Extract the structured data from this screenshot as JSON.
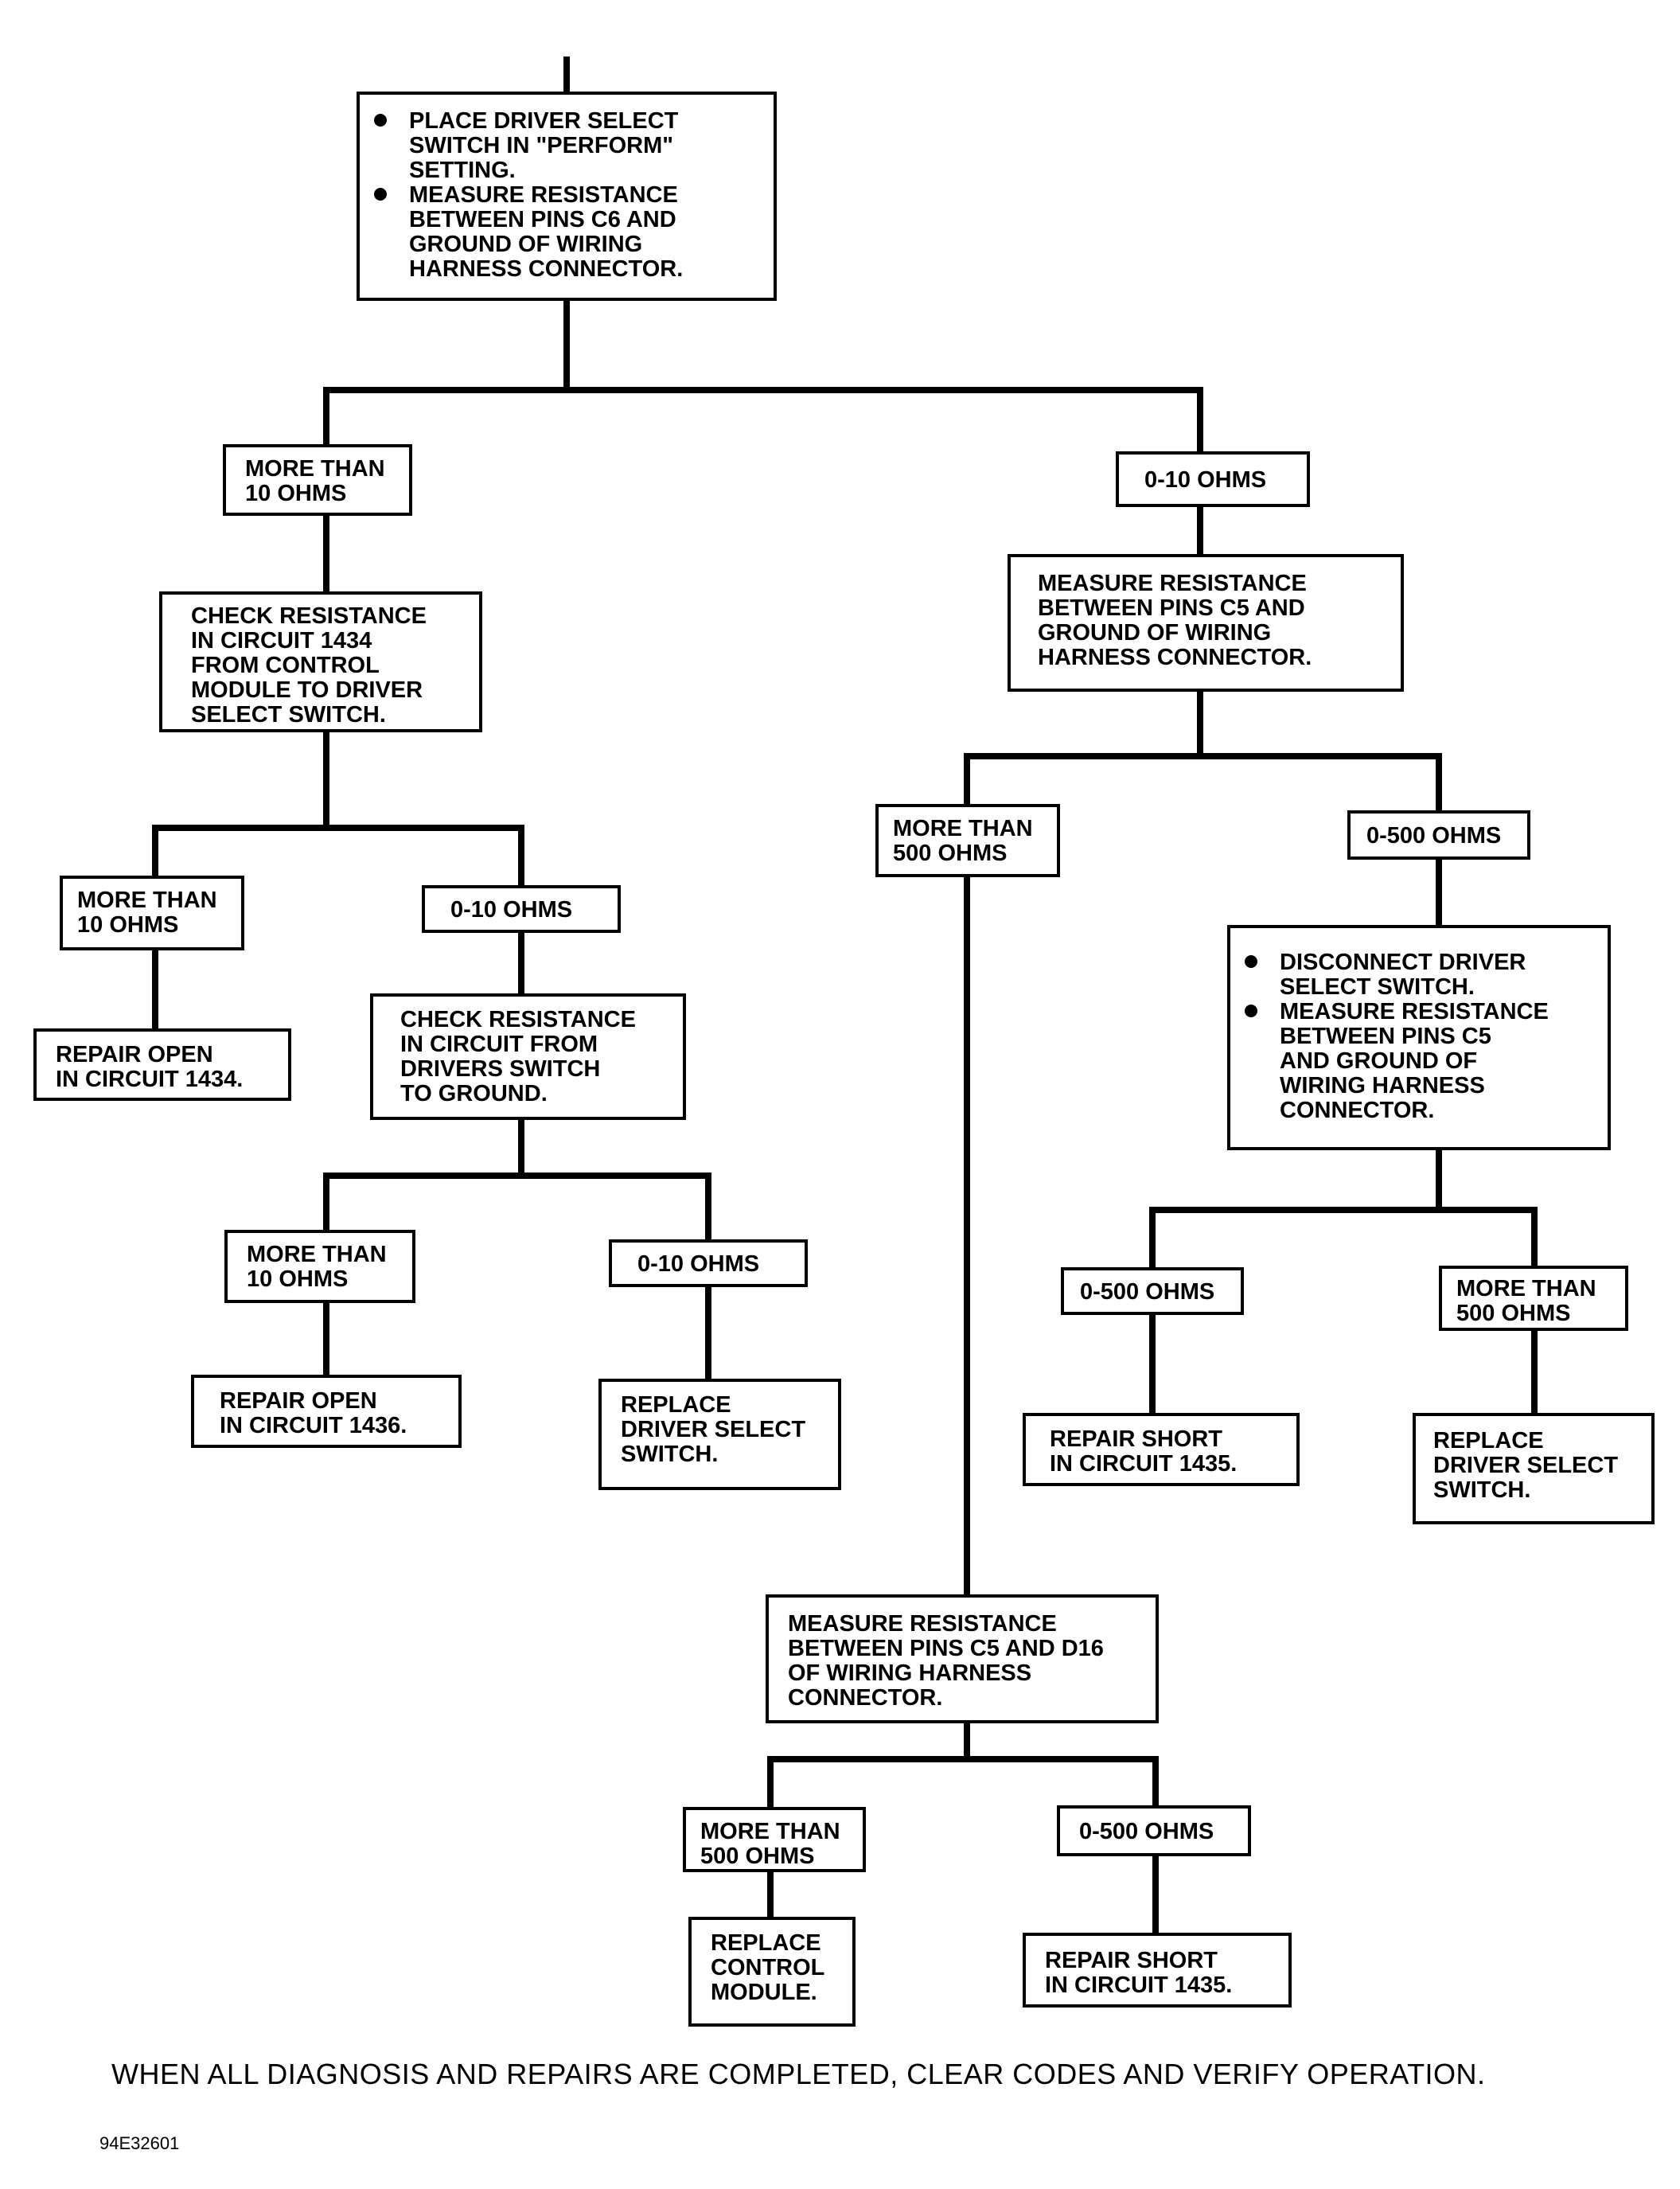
{
  "nodes": {
    "start": {
      "bullets": [
        [
          "PLACE DRIVER SELECT",
          "SWITCH IN \"PERFORM\"",
          "SETTING."
        ],
        [
          "MEASURE RESISTANCE",
          "BETWEEN PINS C6 AND",
          "GROUND OF WIRING",
          "HARNESS CONNECTOR."
        ]
      ]
    },
    "l1_more10": {
      "lines": [
        "MORE THAN",
        "10 OHMS"
      ]
    },
    "l1_check1434": {
      "lines": [
        "CHECK RESISTANCE",
        "IN CIRCUIT 1434",
        "FROM CONTROL",
        "MODULE TO DRIVER",
        "SELECT SWITCH."
      ]
    },
    "l2_more10": {
      "lines": [
        "MORE THAN",
        "10 OHMS"
      ]
    },
    "l2_repair1434": {
      "lines": [
        "REPAIR OPEN",
        "IN CIRCUIT 1434."
      ]
    },
    "l2_0_10": {
      "lines": [
        "0-10 OHMS"
      ]
    },
    "l2_check_ground": {
      "lines": [
        "CHECK RESISTANCE",
        "IN CIRCUIT FROM",
        "DRIVERS SWITCH",
        "TO GROUND."
      ]
    },
    "l3_more10": {
      "lines": [
        "MORE THAN",
        "10 OHMS"
      ]
    },
    "l3_repair1436": {
      "lines": [
        "REPAIR OPEN",
        "IN CIRCUIT 1436."
      ]
    },
    "l3_0_10": {
      "lines": [
        "0-10 OHMS"
      ]
    },
    "l3_replace_switch": {
      "lines": [
        "REPLACE",
        "DRIVER SELECT",
        "SWITCH."
      ]
    },
    "r1_0_10": {
      "lines": [
        "0-10 OHMS"
      ]
    },
    "r1_measure_c5": {
      "lines": [
        "MEASURE RESISTANCE",
        "BETWEEN PINS C5 AND",
        "GROUND OF WIRING",
        "HARNESS CONNECTOR."
      ]
    },
    "r2_more500": {
      "lines": [
        "MORE THAN",
        "500 OHMS"
      ]
    },
    "r2_0_500": {
      "lines": [
        "0-500 OHMS"
      ]
    },
    "r2_disconnect": {
      "bullets": [
        [
          "DISCONNECT DRIVER",
          "SELECT SWITCH."
        ],
        [
          "MEASURE RESISTANCE",
          "BETWEEN PINS C5",
          "AND GROUND OF",
          "WIRING HARNESS",
          "CONNECTOR."
        ]
      ]
    },
    "r3_0_500": {
      "lines": [
        "0-500 OHMS"
      ]
    },
    "r3_repair1435": {
      "lines": [
        "REPAIR SHORT",
        "IN CIRCUIT 1435."
      ]
    },
    "r3_more500": {
      "lines": [
        "MORE THAN",
        "500 OHMS"
      ]
    },
    "r3_replace_switch": {
      "lines": [
        "REPLACE",
        "DRIVER SELECT",
        "SWITCH."
      ]
    },
    "m_measure_d16": {
      "lines": [
        "MEASURE RESISTANCE",
        "BETWEEN PINS C5 AND D16",
        "OF WIRING HARNESS",
        "CONNECTOR."
      ]
    },
    "m_more500": {
      "lines": [
        "MORE THAN",
        "500 OHMS"
      ]
    },
    "m_replace_module": {
      "lines": [
        "REPLACE",
        "CONTROL",
        "MODULE."
      ]
    },
    "m_0_500": {
      "lines": [
        "0-500 OHMS"
      ]
    },
    "m_repair1435": {
      "lines": [
        "REPAIR SHORT",
        "IN CIRCUIT 1435."
      ]
    }
  },
  "footer": {
    "note": "WHEN ALL DIAGNOSIS AND REPAIRS ARE COMPLETED, CLEAR CODES AND VERIFY OPERATION.",
    "figure_code": "94E32601"
  }
}
